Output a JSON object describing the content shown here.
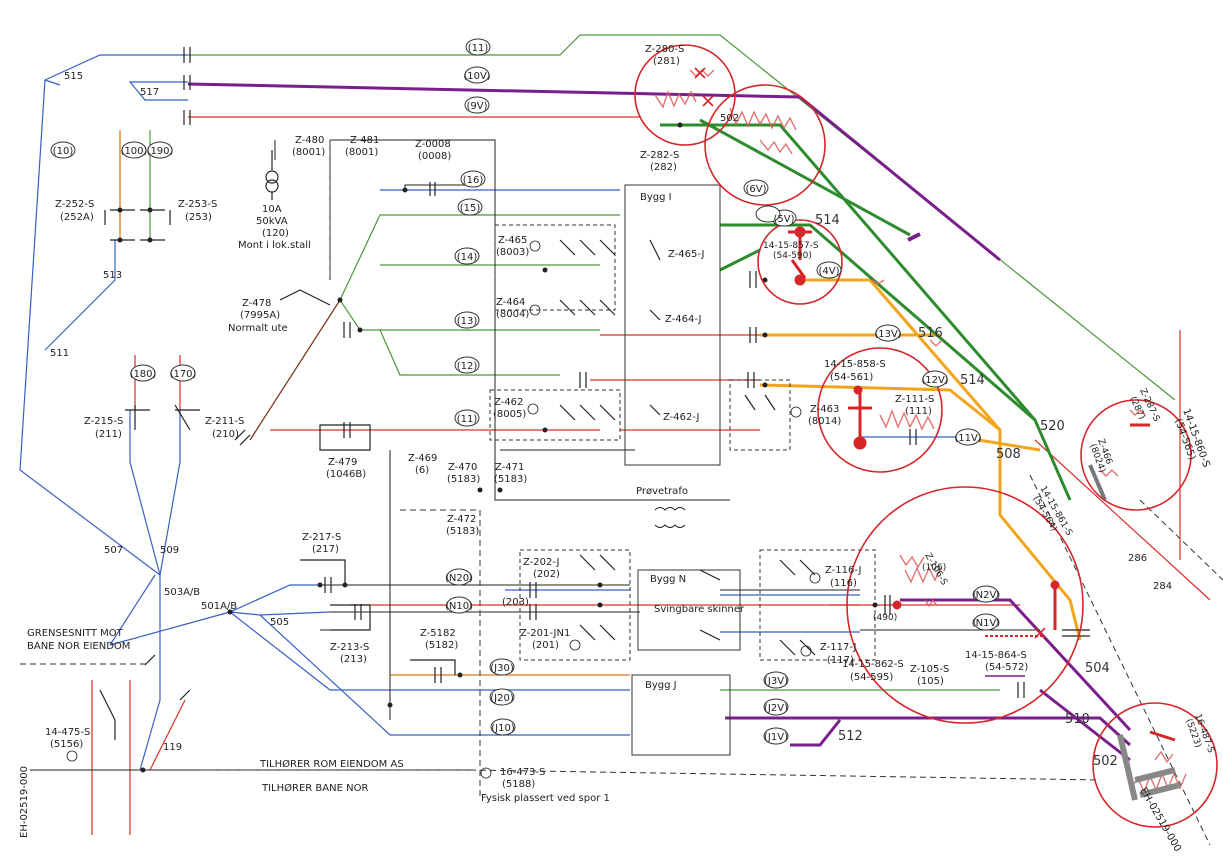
{
  "track_labels": {
    "t11": "(11)",
    "t10v": "(10V)",
    "t9v": "(9V)",
    "t6v": "(6V)",
    "t5v": "(5V)",
    "t4v": "(4V)",
    "t16": "(16)",
    "t15": "(15)",
    "t14": "(14)",
    "t13": "(13)",
    "t13v": "(13V)",
    "t12": "(12)",
    "t12v": "(12V)",
    "t11b": "(11)",
    "t11v": "(11V)",
    "t10": "(10)",
    "t100": "(100)",
    "t190": "(190)",
    "t180": "(180)",
    "t170": "(170)",
    "tn20": "(N20)",
    "tn10": "(N10)",
    "tn2v": "(N2V)",
    "tn1v": "(N1V)",
    "tj30": "(J30)",
    "tj20": "(J20)",
    "tj10": "(J10)",
    "tj3v": "(J3V)",
    "tj2v": "(J2V)",
    "tj1v": "(J1V)"
  },
  "switch_labels": {
    "z280": "Z-280-S",
    "z280n": "(281)",
    "z282": "Z-282-S",
    "z282n": "(282)",
    "z480": "Z-480",
    "z480n": "(8001)",
    "z481": "Z-481",
    "z481n": "(8001)",
    "z0008": "Z-0008",
    "z0008n": "(0008)",
    "trafo1": "10A",
    "trafo2": "50kVA",
    "trafo3": "(120)",
    "trafo4": "Mont i lok.stall",
    "z252": "Z-252-S",
    "z252n": "(252A)",
    "z253": "Z-253-S",
    "z253n": "(253)",
    "z465": "Z-465",
    "z465n": "(8003)",
    "z465j": "Z-465-J",
    "z464": "Z-464",
    "z464n": "(8004)",
    "z464j": "Z-464-J",
    "z478": "Z-478",
    "z478n": "(7995A)",
    "z478s": "Normalt ute",
    "z462": "Z-462",
    "z462n": "(8005)",
    "z462j": "Z-462-J",
    "z463": "Z-463",
    "z463n": "(8014)",
    "z215": "Z-215-S",
    "z215n": "(211)",
    "z211": "Z-211-S",
    "z211n": "(210)",
    "z479": "Z-479",
    "z479n": "(1046B)",
    "z469": "Z-469",
    "z469n": "(6)",
    "z470": "Z-470",
    "z470n": "(5183)",
    "z471": "Z-471",
    "z471n": "(5183)",
    "z472": "Z-472",
    "z472n": "(5183)",
    "z217": "Z-217-S",
    "z217n": "(217)",
    "z213": "Z-213-S",
    "z213n": "(213)",
    "z202": "Z-202-J",
    "z202n": "(202)",
    "z203": "(203)",
    "z201": "Z-201-JN1",
    "z201n": "(201)",
    "z5182": "Z-5182",
    "z5182n": "(5182)",
    "z116": "Z-116-J",
    "z116n": "(116)",
    "z117": "Z-117-J",
    "z117n": "(117)",
    "z105": "Z-105-S",
    "z105n": "(105)",
    "z14475": "14-475-S",
    "z14475n": "(5156)",
    "z16473": "16-473-S",
    "z16473n": "(5188)",
    "z16473s": "Fysisk plassert ved spor 1",
    "s857": "14-15-857-S",
    "s857n": "(54-590)",
    "s858": "14-15-858-S",
    "s858n": "(54-561)",
    "z111": "Z-111-S",
    "z111n": "(111)",
    "s860": "14-15-860-S",
    "s860n": "(54-565)",
    "s861": "14-15-861-S",
    "s861n": "(54-564)",
    "z287": "Z-287-S",
    "z287n": "(287)",
    "z466": "Z-466",
    "z466n": "(8024)",
    "s862": "14-15-862-S",
    "s862n": "(54-595)",
    "s864": "14-15-864-S",
    "s864n": "(54-572)",
    "z106": "Z-106-S",
    "z106n": "(106)",
    "s487": "16-487-S",
    "s487n": "(5223)",
    "s490": "(490)"
  },
  "node_labels": {
    "n515": "515",
    "n517": "517",
    "n513": "513",
    "n511": "511",
    "n507": "507",
    "n509": "509",
    "n503": "503A/B",
    "n501": "501A/B",
    "n505": "505",
    "n119": "119",
    "n502": "502",
    "n520": "520",
    "n508": "508",
    "n504": "504",
    "n510": "510",
    "n512": "512",
    "n516": "516",
    "n514": "514",
    "n514b": "514",
    "n286": "286",
    "n284": "284",
    "n502b": "502"
  },
  "buildings": {
    "bygg1": "Bygg I",
    "byggn": "Bygg N",
    "svingbare": "Svingbare skinner",
    "byggj": "Bygg J",
    "provetrafo": "Prøvetrafo"
  },
  "boundary": {
    "grense1": "GRENSESNITT MOT",
    "grense2": "BANE NOR EIENDOM",
    "rom": "TILHØRER ROM EIENDOM AS",
    "banenor": "TILHØRER BANE NOR",
    "eh1": "EH-02519-000",
    "eh2": "EH-02519-000"
  },
  "colors": {
    "blue": "#3a5fc4",
    "red": "#d9302a",
    "green": "#4a9a3a",
    "purple": "#7a1e8c",
    "orange": "#f2a51c",
    "darkgreen": "#2e8b2e",
    "black": "#222222",
    "brown": "#8b3a2a",
    "circle": "#d6262a"
  }
}
